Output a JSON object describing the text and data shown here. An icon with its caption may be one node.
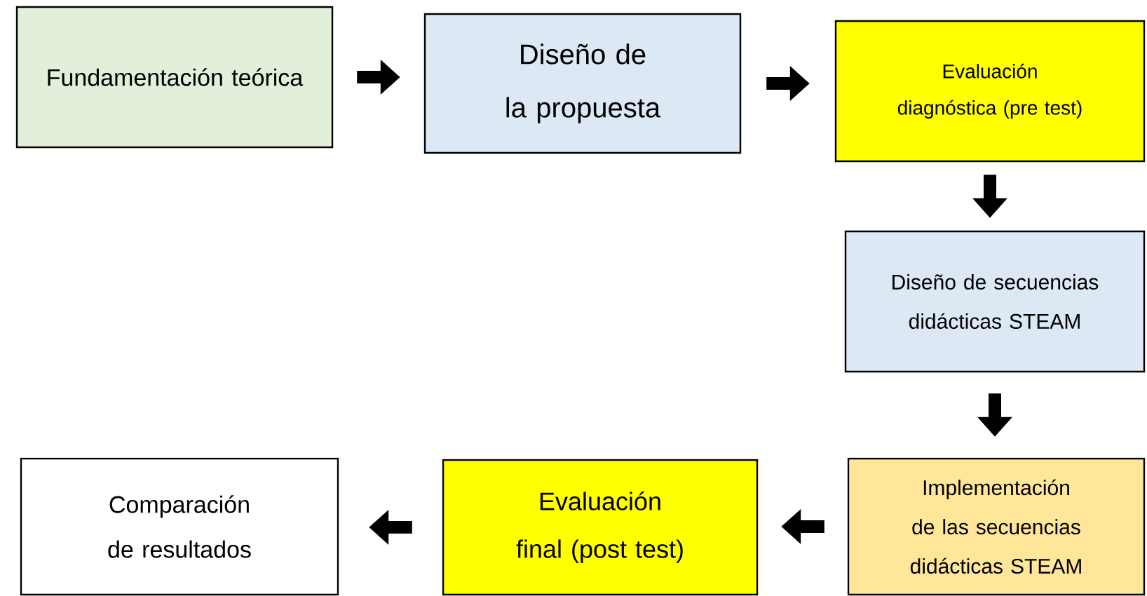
{
  "diagram": {
    "nodes": [
      {
        "text": [
          "Fundamentación teórica"
        ]
      },
      {
        "text": [
          "Diseño de la propuesta"
        ]
      },
      {
        "text": [
          "Evaluación diagnóstica (pre test)"
        ]
      },
      {
        "text": [
          "Diseño de secuencias didácticas STEAM"
        ]
      },
      {
        "text": [
          "Implementación de las secuencias didácticas STEAM"
        ]
      },
      {
        "text": [
          "Evaluación final (post test)"
        ]
      },
      {
        "text": [
          "Comparación de resultados"
        ]
      }
    ],
    "edges": [
      {
        "from": 0,
        "to": 1,
        "arrow": "to"
      },
      {
        "from": 1,
        "to": 2,
        "arrow": "to"
      },
      {
        "from": 2,
        "to": 3,
        "arrow": "to"
      },
      {
        "from": 3,
        "to": 4,
        "arrow": "to"
      },
      {
        "from": 4,
        "to": 5,
        "arrow": "to"
      },
      {
        "from": 5,
        "to": 6,
        "arrow": "to"
      }
    ]
  }
}
